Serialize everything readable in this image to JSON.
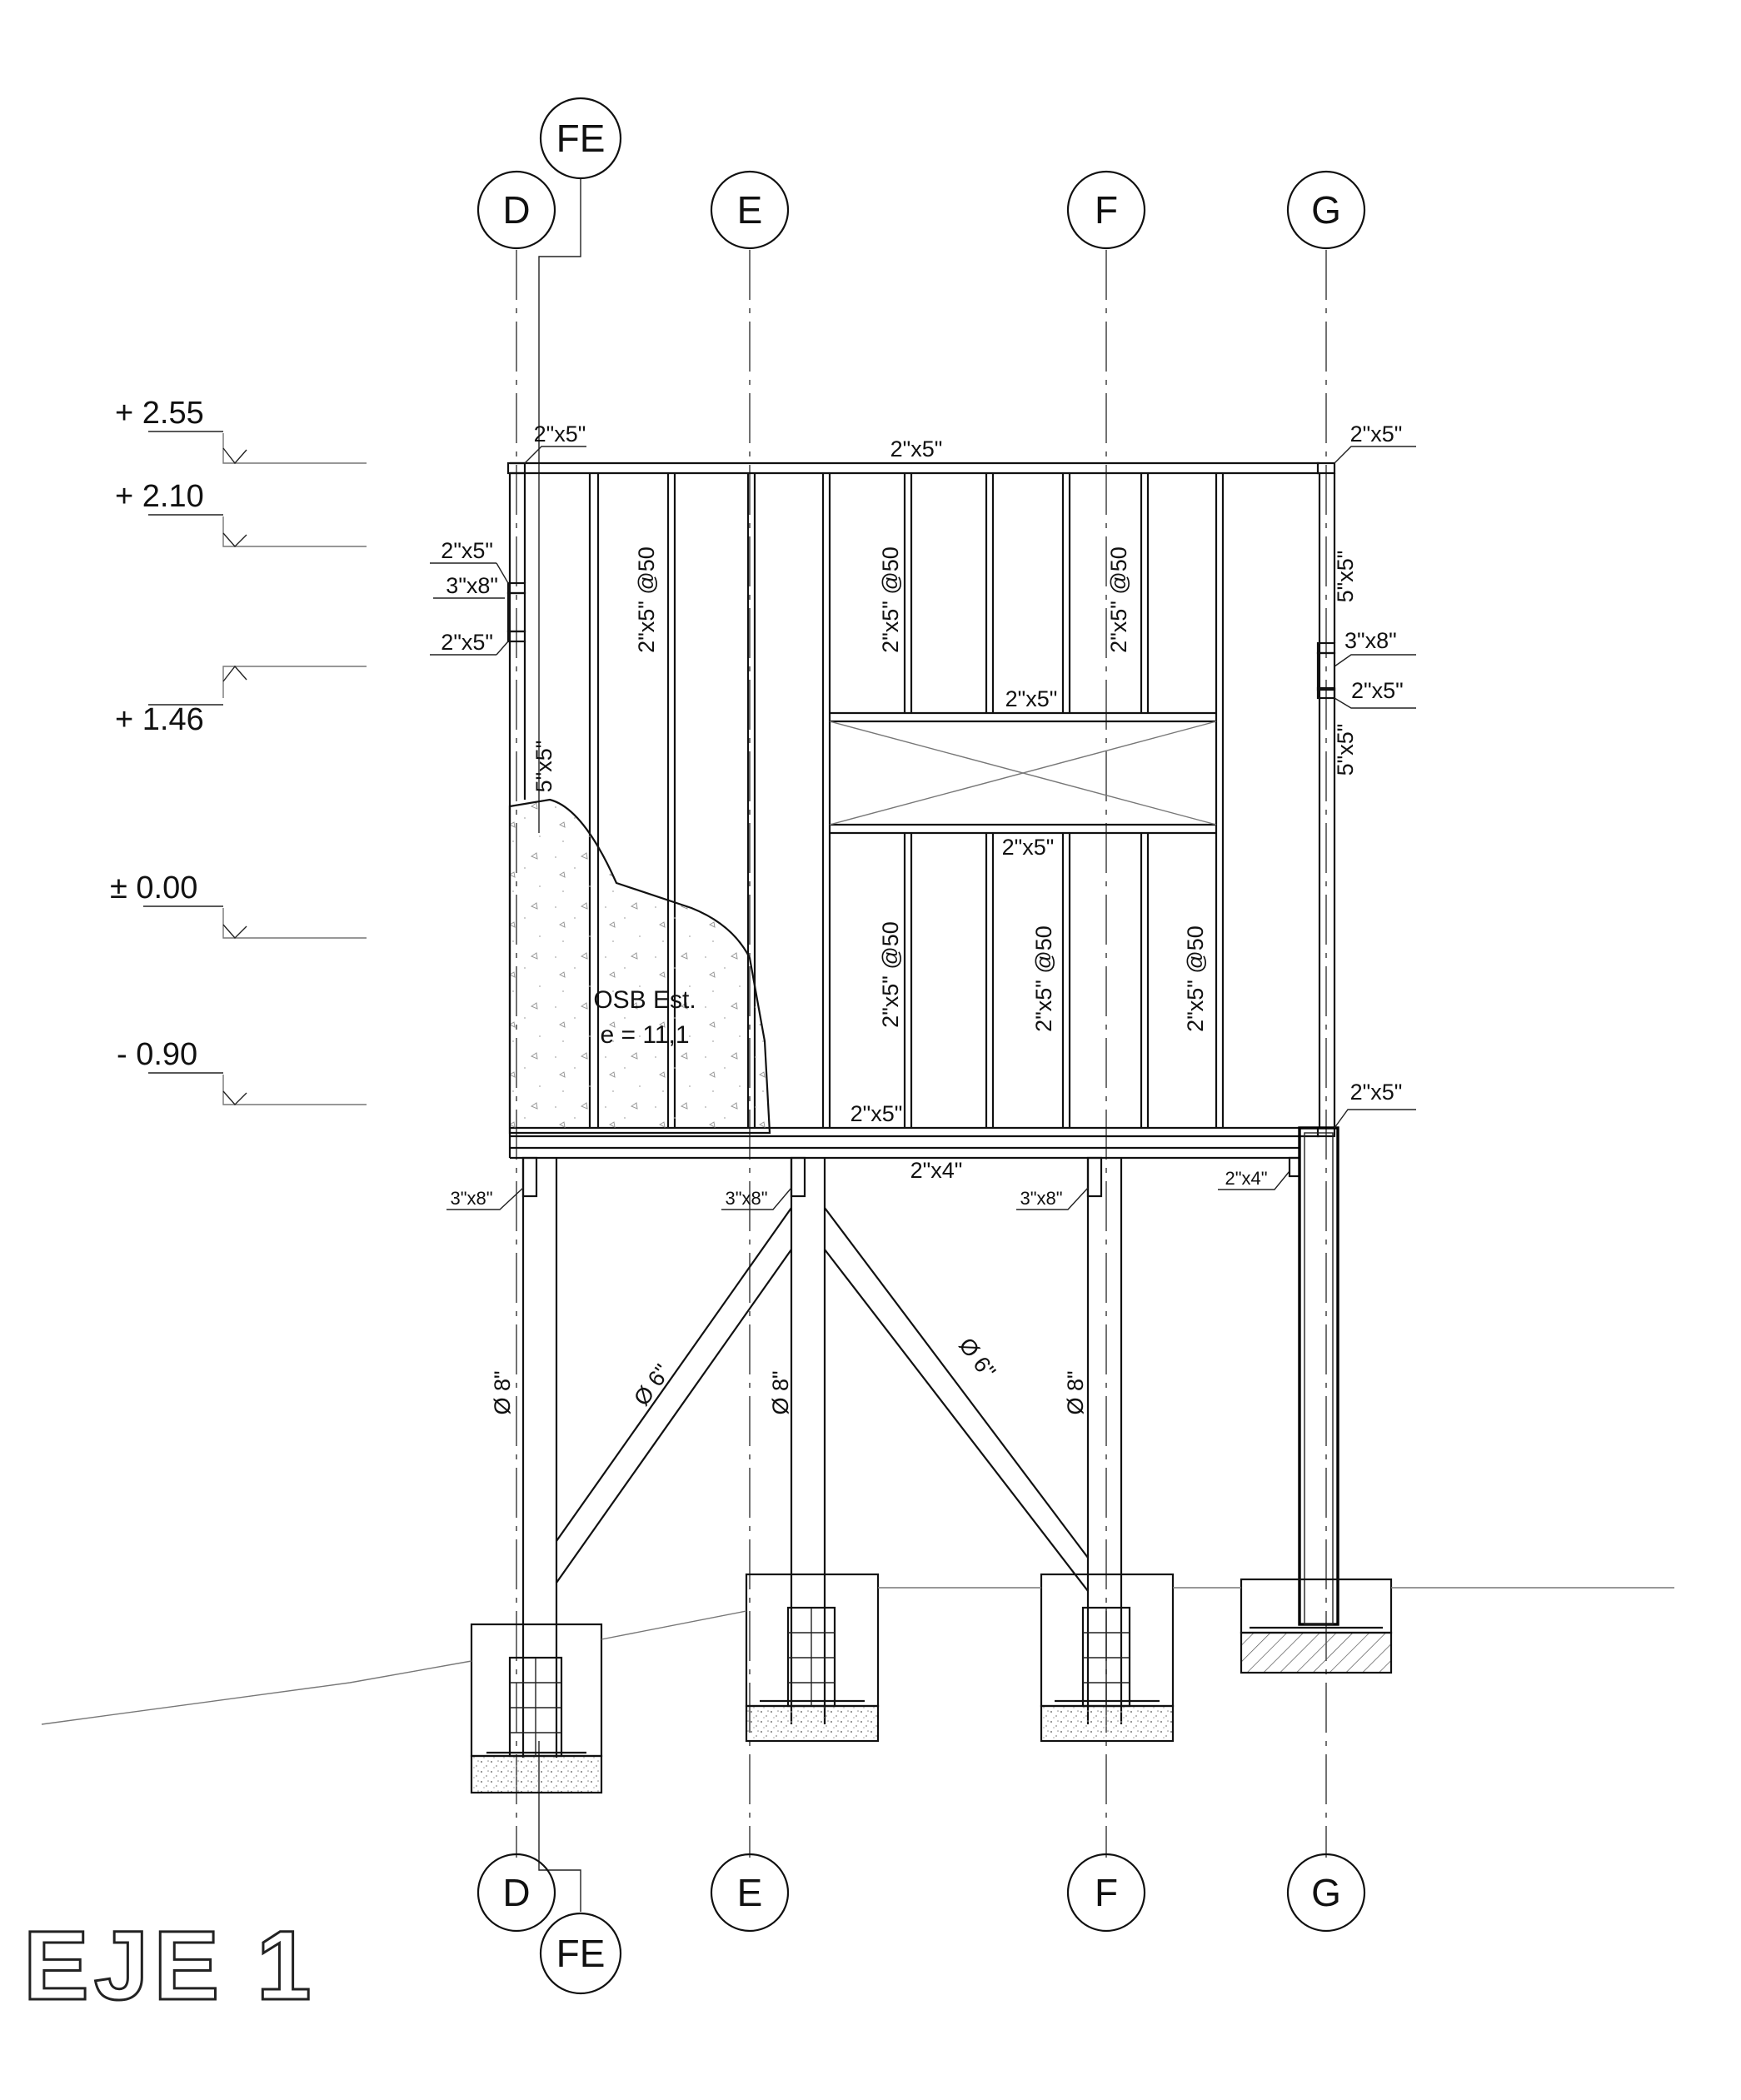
{
  "title": "EJE 1",
  "axes": {
    "top": [
      "D",
      "FE",
      "E",
      "F",
      "G"
    ],
    "bottom": [
      "D",
      "FE",
      "E",
      "F",
      "G"
    ]
  },
  "levels": [
    "+ 2.55",
    "+ 2.10",
    "+ 1.46",
    "± 0.00",
    "- 0.90"
  ],
  "labels": {
    "top_plate": "2\"x5\"",
    "top_left_corner": "2\"x5\"",
    "top_right_corner": "2\"x5\"",
    "left_upper": "2\"x5\"",
    "left_beam": "3\"x8\"",
    "left_lower": "2\"x5\"",
    "left_post": "5\"x5\"",
    "right_post_upper": "5\"x5\"",
    "right_beam": "3\"x8\"",
    "right_lower": "2\"x5\"",
    "right_post_lower": "5\"x5\"",
    "stud_1": "2\"x5\" @50",
    "stud_2": "2\"x5\" @50",
    "stud_3": "2\"x5\" @50",
    "stud_4": "2\"x5\" @50",
    "stud_5": "2\"x5\" @50",
    "stud_6": "2\"x5\" @50",
    "window_header": "2\"x5\"",
    "window_sill": "2\"x5\"",
    "bottom_plate": "2\"x5\"",
    "right_bottom": "2\"x5\"",
    "floor_beam": "2\"x4\"",
    "right_floor": "2\"x4\"",
    "beam_d": "3\"x8\"",
    "beam_e": "3\"x8\"",
    "beam_f": "3\"x8\"",
    "pile_d": "Ø 8\"",
    "pile_e": "Ø 8\"",
    "pile_f": "Ø 8\"",
    "brace_left": "Ø 6\"",
    "brace_right": "Ø 6\"",
    "osb_line1": "OSB Est.",
    "osb_line2": "e = 11,1"
  }
}
